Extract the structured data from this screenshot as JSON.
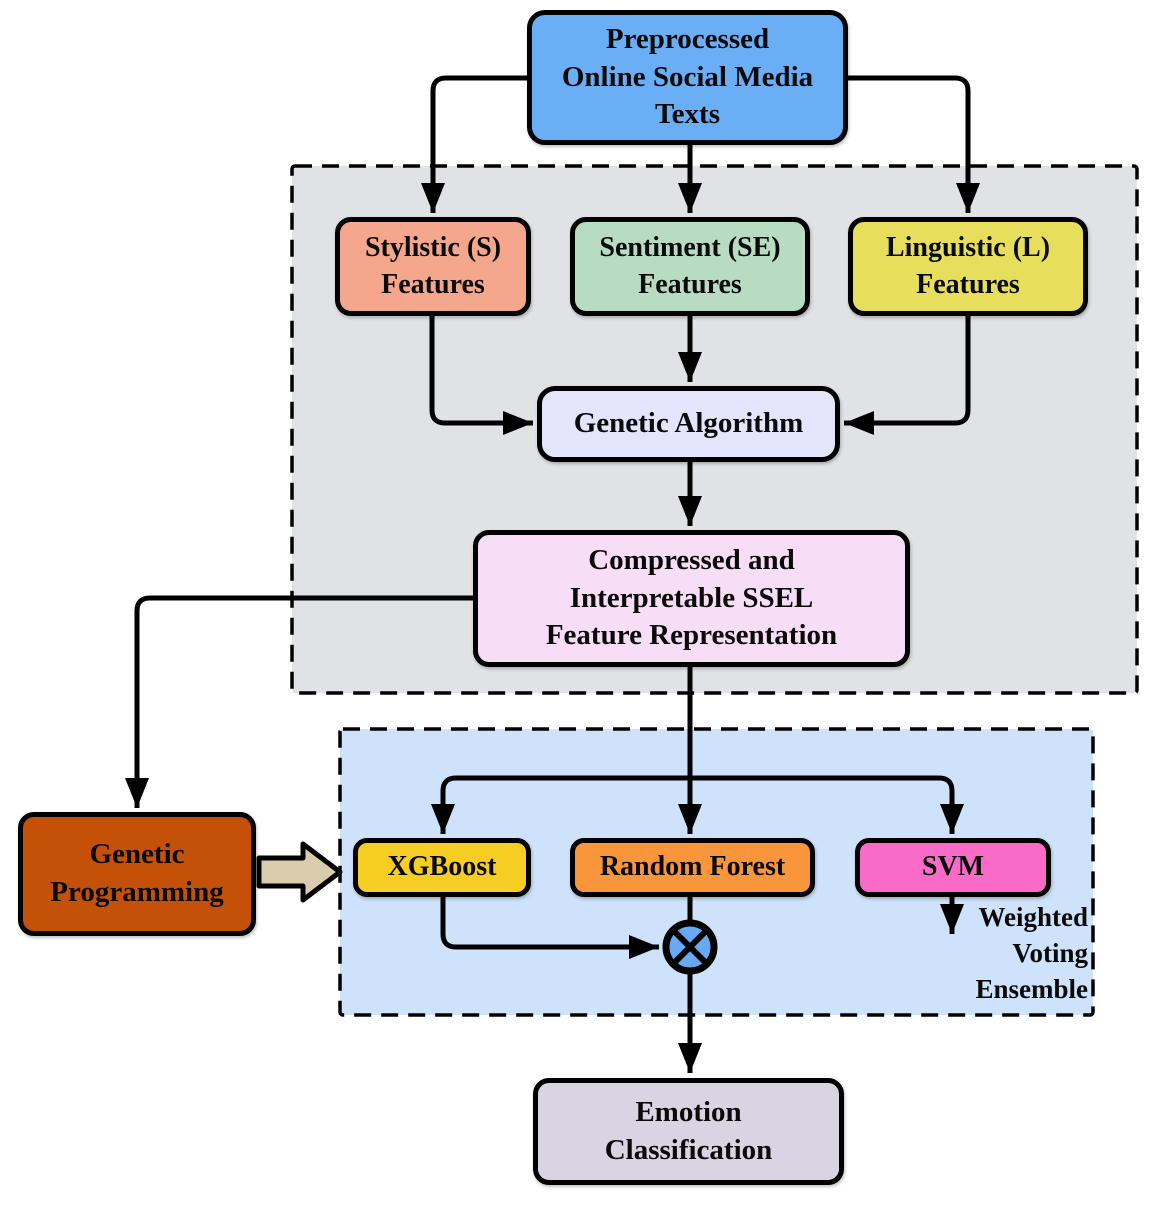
{
  "diagram": {
    "nodes": {
      "preprocessed": {
        "label": "Preprocessed\nOnline Social Media\nTexts",
        "color": "#6aaef6"
      },
      "stylistic": {
        "label": "Stylistic (S)\nFeatures",
        "color": "#f5a78d"
      },
      "sentiment": {
        "label": "Sentiment (SE)\nFeatures",
        "color": "#b7dcc2"
      },
      "linguistic": {
        "label": "Linguistic (L)\nFeatures",
        "color": "#e7df5b"
      },
      "genetic_algorithm": {
        "label": "Genetic Algorithm",
        "color": "#e4e4fc"
      },
      "compressed": {
        "label": "Compressed and\nInterpretable SSEL\nFeature Representation",
        "color": "#f8ddf7"
      },
      "genetic_programming": {
        "label": "Genetic\nProgramming",
        "color": "#c55109"
      },
      "xgboost": {
        "label": "XGBoost",
        "color": "#f6cd23"
      },
      "random_forest": {
        "label": "Random Forest",
        "color": "#f9953a"
      },
      "svm": {
        "label": "SVM",
        "color": "#fa6bc8"
      },
      "emotion": {
        "label": "Emotion\nClassification",
        "color": "#d8d4e2"
      }
    },
    "containers": {
      "feature_stage": {
        "color": "#e1e2e6"
      },
      "ensemble_stage": {
        "color": "#cfe2fb",
        "label": "Weighted\nVoting\nEnsemble"
      }
    },
    "symbols": {
      "voting_operator": {
        "name": "circled-x-icon",
        "glyph": "⊗",
        "color": "#66aaf4"
      },
      "gp_block_arrow": {
        "name": "block-arrow-icon",
        "color": "#d9cdad"
      }
    },
    "line_color": "#000000"
  }
}
